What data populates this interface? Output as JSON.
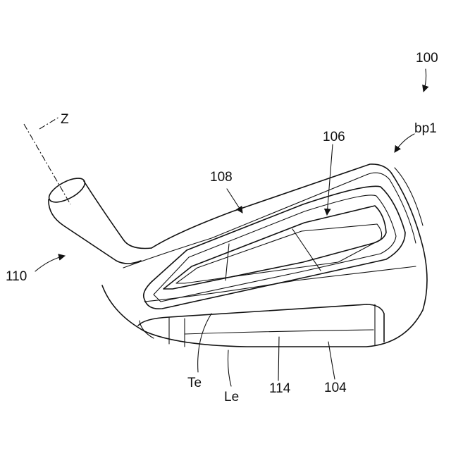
{
  "labels": {
    "fig_ref": "100",
    "axis": "Z",
    "bp": "bp1",
    "ref_106": "106",
    "ref_108": "108",
    "ref_110": "110",
    "ref_te": "Te",
    "ref_le": "Le",
    "ref_114": "114",
    "ref_104": "104"
  }
}
